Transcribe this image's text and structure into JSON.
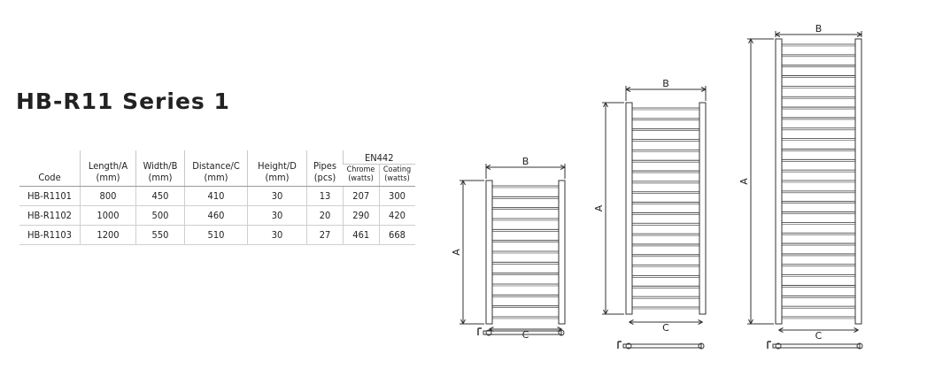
{
  "title": "HB-R11 Series 1",
  "table": {
    "headers": {
      "code": "Code",
      "length": [
        "Length/A",
        "(mm)"
      ],
      "width": [
        "Width/B",
        "(mm)"
      ],
      "distance": [
        "Distance/C",
        "(mm)"
      ],
      "height": [
        "Height/D",
        "(mm)"
      ],
      "pipes": [
        "Pipes",
        "(pcs)"
      ],
      "group": "EN442",
      "chrome": [
        "Chrome",
        "(watts)"
      ],
      "coating": [
        "Coating",
        "(watts)"
      ]
    },
    "rows": [
      {
        "code": "HB-R1101",
        "length": "800",
        "width": "450",
        "distance": "410",
        "height": "30",
        "pipes": "13",
        "chrome": "207",
        "coating": "300"
      },
      {
        "code": "HB-R1102",
        "length": "1000",
        "width": "500",
        "distance": "460",
        "height": "30",
        "pipes": "20",
        "chrome": "290",
        "coating": "420"
      },
      {
        "code": "HB-R1103",
        "length": "1200",
        "width": "550",
        "distance": "510",
        "height": "30",
        "pipes": "27",
        "chrome": "461",
        "coating": "668"
      }
    ]
  },
  "drawings": {
    "label_a": "A",
    "label_b": "B",
    "label_c": "C",
    "pipes": [
      13,
      20,
      27
    ]
  },
  "colors": {
    "line": "#333333",
    "text": "#222222"
  }
}
